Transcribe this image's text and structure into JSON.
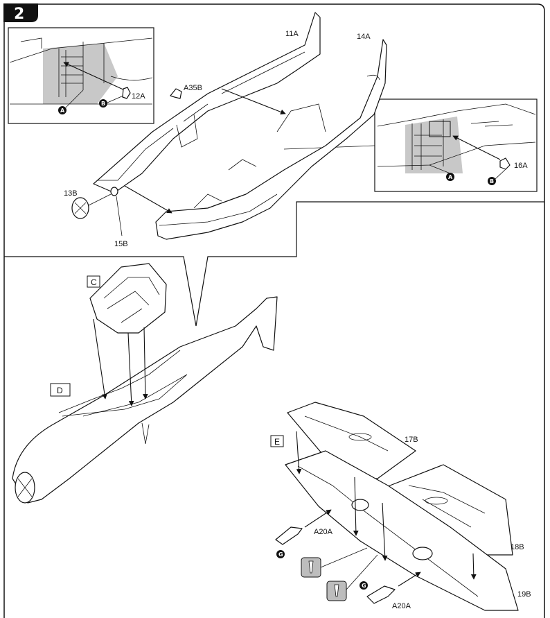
{
  "step": {
    "number": "2"
  },
  "parts": {
    "p11": "11A",
    "p14": "14A",
    "p12": "12A",
    "p35": "A35B",
    "p16": "16A",
    "p13": "13B",
    "p15": "15B",
    "p17": "17B",
    "p18": "18B",
    "p19": "19B",
    "p20a": "A20A",
    "p20b": "A20A"
  },
  "callouts": {
    "A": "A",
    "B": "B",
    "G": "G"
  },
  "boxes": {
    "C": "C",
    "D": "D",
    "E": "E"
  },
  "icons": [
    "glue-icon",
    "glue-icon"
  ]
}
